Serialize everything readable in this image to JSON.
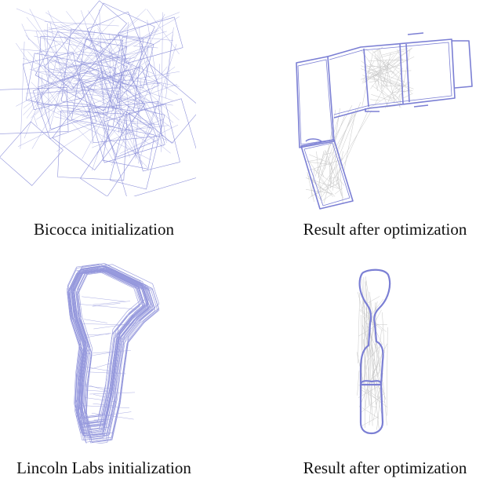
{
  "figure": {
    "panels": [
      {
        "id": "bicocca-init",
        "caption": "Bicocca initialization"
      },
      {
        "id": "bicocca-result",
        "caption": "Result after optimization"
      },
      {
        "id": "lincoln-init",
        "caption": "Lincoln Labs initialization"
      },
      {
        "id": "lincoln-result",
        "caption": "Result after optimization"
      }
    ],
    "colors": {
      "trajectory": "#7b7fd4",
      "constraints": "#c8c8c8"
    }
  }
}
